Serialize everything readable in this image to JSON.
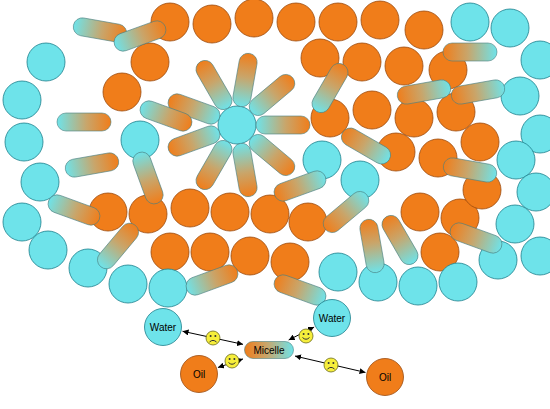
{
  "diagram": {
    "nodes": [
      {
        "text": [
          "Water"
        ]
      },
      {
        "text": [
          "Water"
        ]
      },
      {
        "text": [
          "Micelle"
        ]
      },
      {
        "text": [
          "Oil"
        ]
      },
      {
        "text": [
          "Oil"
        ]
      }
    ],
    "edges": [
      {
        "from": 0,
        "to": 2,
        "arrow": "both"
      },
      {
        "from": 2,
        "to": 1,
        "arrow": "both"
      },
      {
        "from": 3,
        "to": 2,
        "arrow": "both"
      },
      {
        "from": 2,
        "to": 4,
        "arrow": "both"
      }
    ]
  }
}
